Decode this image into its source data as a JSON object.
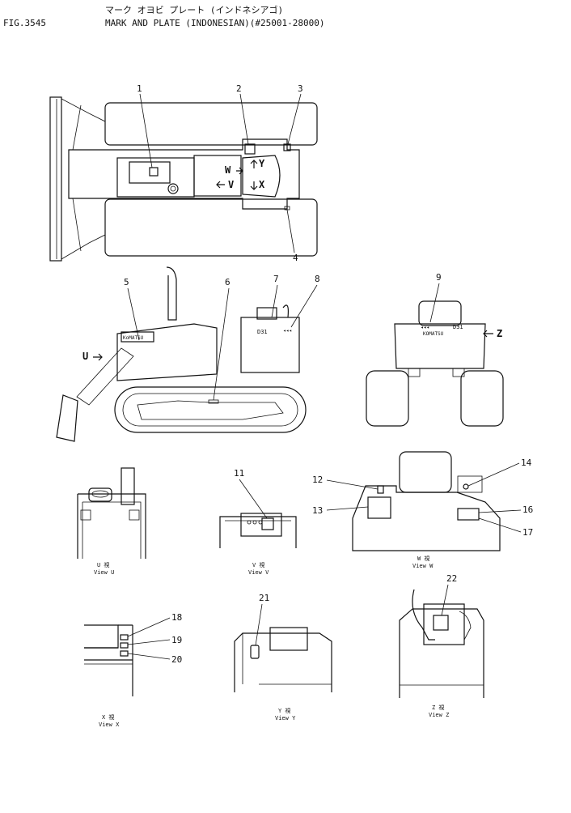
{
  "header": {
    "fig_no": "FIG.3545",
    "title_jp": "マーク オヨビ プレート (インドネシアゴ)",
    "title_en": "MARK AND PLATE (INDONESIAN)(#25001-28000)"
  },
  "callouts": [
    "1",
    "2",
    "3",
    "4",
    "5",
    "6",
    "7",
    "8",
    "9",
    "11",
    "12",
    "13",
    "14",
    "16",
    "17",
    "18",
    "19",
    "20",
    "21",
    "22"
  ],
  "arrows": {
    "w": "W",
    "v": "V",
    "y": "Y",
    "x": "X",
    "u": "U",
    "z": "Z"
  },
  "plate_text": {
    "model": "D31",
    "brand": "KOMATSU",
    "brand_side": "KoMATSU"
  },
  "view_captions": {
    "u": {
      "jp": "U 視",
      "en": "View U"
    },
    "v": {
      "jp": "V 視",
      "en": "View V"
    },
    "w": {
      "jp": "W 視",
      "en": "View W"
    },
    "x": {
      "jp": "X 視",
      "en": "View X"
    },
    "y": {
      "jp": "Y 視",
      "en": "View Y"
    },
    "z": {
      "jp": "Z 視",
      "en": "View Z"
    }
  }
}
